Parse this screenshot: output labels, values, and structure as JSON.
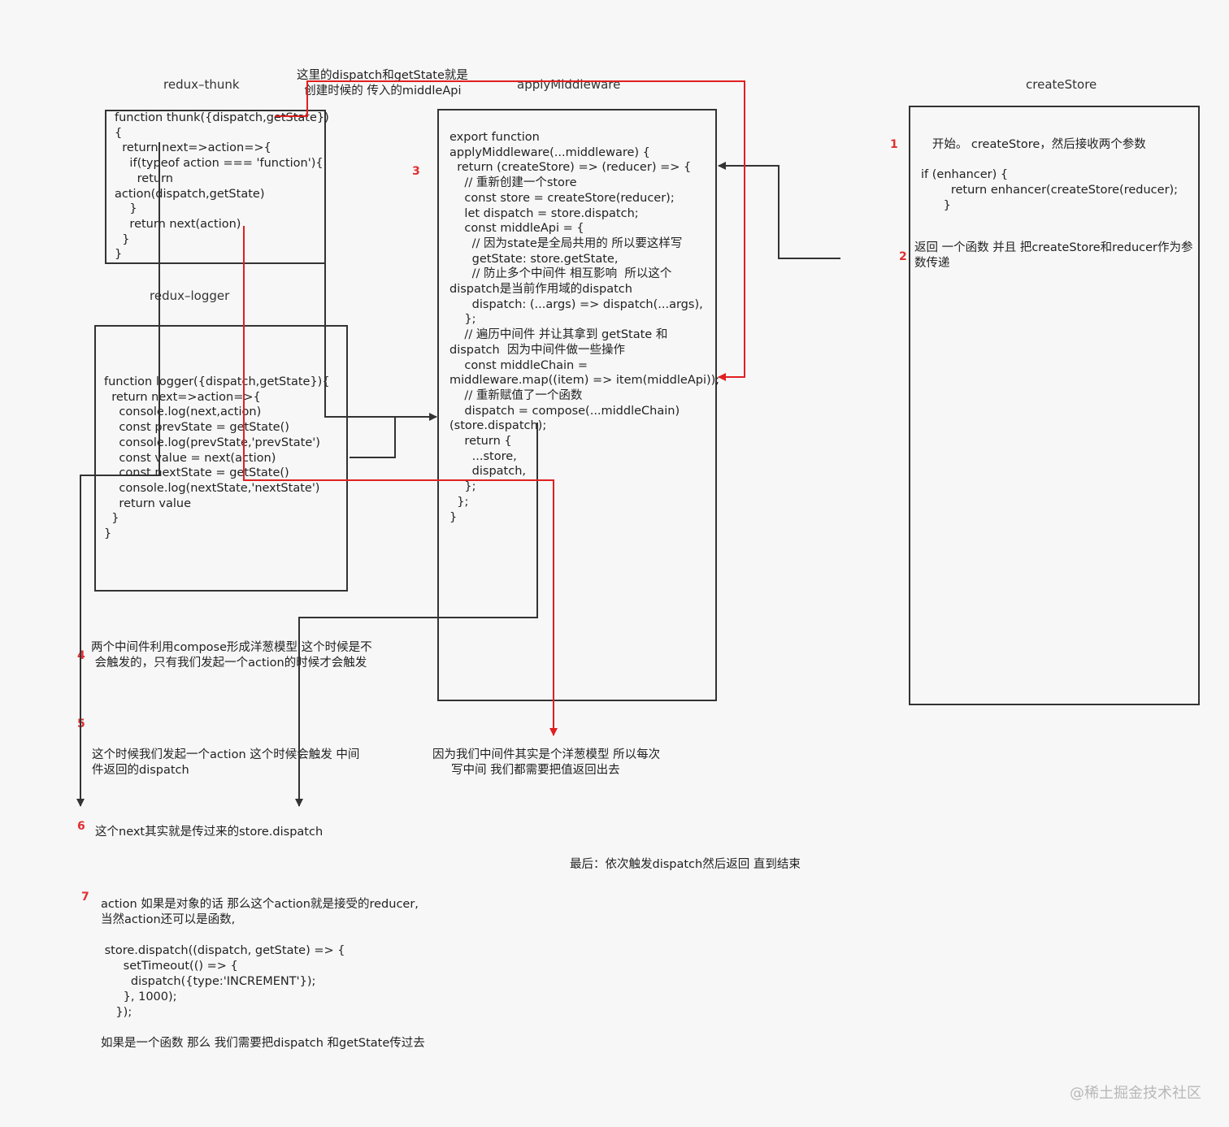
{
  "titles": {
    "thunk": "redux–thunk",
    "logger": "redux–logger",
    "apply": "applyMiddleware",
    "create": "createStore"
  },
  "annotation_top": "这里的dispatch和getState就是\n  创建时候的 传入的middleApi",
  "code": {
    "thunk": "function thunk({dispatch,getState})\n{\n  return next=>action=>{\n    if(typeof action === 'function'){\n      return\naction(dispatch,getState)\n    }\n    return next(action)\n  }\n}",
    "logger": "function logger({dispatch,getState}){\n  return next=>action=>{\n    console.log(next,action)\n    const prevState = getState()\n    console.log(prevState,'prevState')\n    const value = next(action)\n    const nextState = getState()\n    console.log(nextState,'nextState')\n    return value\n  }\n}",
    "apply": "export function\napplyMiddleware(...middleware) {\n  return (createStore) => (reducer) => {\n    // 重新创建一个store\n    const store = createStore(reducer);\n    let dispatch = store.dispatch;\n    const middleApi = {\n      // 因为state是全局共用的 所以要这样写\n      getState: store.getState,\n      // 防止多个中间件 相互影响  所以这个\ndispatch是当前作用域的dispatch\n      dispatch: (...args) => dispatch(...args),\n    };\n    // 遍历中间件 并让其拿到 getState 和\ndispatch  因为中间件做一些操作\n    const middleChain =\nmiddleware.map((item) => item(middleApi));\n    // 重新赋值了一个函数\n    dispatch = compose(...middleChain)\n(store.dispatch);\n    return {\n      ...store,\n      dispatch,\n    };\n  };\n}",
    "create": "   开始。 createStore，然后接收两个参数\n\nif (enhancer) {\n        return enhancer(createStore(reducer);\n      }",
    "create_step2": "返回 一个函数 并且 把createStore和reducer作为参\n数传递"
  },
  "steps": [
    "1",
    "2",
    "3",
    "4",
    "5",
    "6",
    "7"
  ],
  "notes": {
    "step4": "两个中间件利用compose形成洋葱模型 这个时候是不\n 会触发的，只有我们发起一个action的时候才会触发",
    "step5": "这个时候我们发起一个action 这个时候会触发 中间\n件返回的dispatch",
    "onion": "因为我们中间件其实是个洋葱模型 所以每次\n     写中间 我们都需要把值返回出去",
    "step6": "这个next其实就是传过来的store.dispatch",
    "final": "最后：依次触发dispatch然后返回 直到结束",
    "step7": "action 如果是对象的话 那么这个action就是接受的reducer,\n当然action还可以是函数,\n\n store.dispatch((dispatch, getState) => {\n      setTimeout(() => {\n        dispatch({type:'INCREMENT'});\n      }, 1000);\n    });\n\n如果是一个函数 那么 我们需要把dispatch 和getState传过去"
  },
  "watermark": "@稀土掘金技术社区",
  "colors": {
    "red": "#e02020",
    "dark": "#333333"
  }
}
